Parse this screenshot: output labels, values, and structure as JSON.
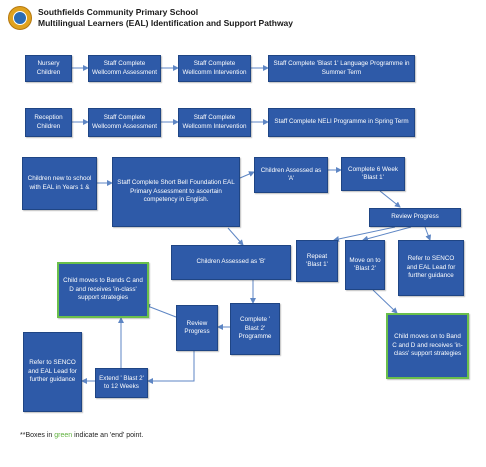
{
  "header": {
    "line1": "Southfields Community Primary School",
    "line2": "Multilingual Learners (EAL) Identification and Support Pathway"
  },
  "colors": {
    "box": "#2e5aa8",
    "end_border": "#6abf4b",
    "arrow": "#5e86c4"
  },
  "row1": {
    "start": "Nursery Children",
    "assessment": "Staff Complete Wellcomm Assessment",
    "intervention": "Staff Complete Wellcomm Intervention",
    "programme": "Staff Complete 'Blast 1' Language Programme in Summer Term"
  },
  "row2": {
    "start": "Reception Children",
    "assessment": "Staff Complete Wellcomm Assessment",
    "intervention": "Staff Complete Wellcomm Intervention",
    "programme": "Staff Complete NELI Programme in Spring Term"
  },
  "flow": {
    "new_children": "Children new to school with EAL in Years 1 &",
    "short_bell": "Staff Complete Short Bell Foundation EAL Primary Assessment to ascertain competency in English.",
    "assessed_a": "Children Assessed as 'A'",
    "six_week": "Complete 6 Week 'Blast 1'",
    "review_1": "Review Progress",
    "repeat_blast1": "Repeat 'Blast 1'",
    "move_on_blast2": "Move on to 'Blast 2'",
    "refer_top": "Refer to SENCO and EAL Lead for further guidance",
    "end_bands_right": "Child moves on to Band C and D and receives 'in-class' support strategies",
    "assessed_b": "Children Assessed as 'B'",
    "end_bands_left": "Child moves to Bands C and D and receives 'in-class' support strategies",
    "review_2": "Review Progress",
    "complete_blast2": "Complete ' Blast 2' Programme",
    "refer_bottom": "Refer to SENCO and EAL Lead for further guidance",
    "extend_blast2": "Extend ' Blast 2' to 12 Weeks"
  },
  "footnote": {
    "prefix": "**Boxes in ",
    "green_word": "green",
    "suffix": " indicate an 'end' point."
  }
}
